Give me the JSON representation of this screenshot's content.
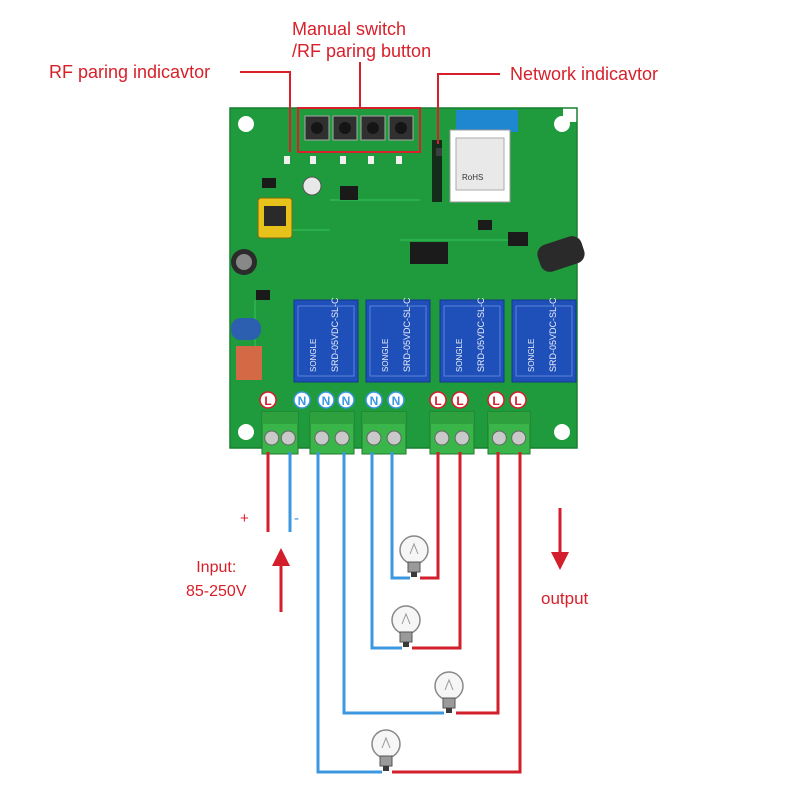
{
  "labels": {
    "manual_switch_line1": "Manual switch",
    "manual_switch_line2": "/RF paring button",
    "rf_indicator": "RF paring indicavtor",
    "network_indicator": "Network indicavtor",
    "input_line1": "Input:",
    "input_line2": "85-250V",
    "output": "output",
    "plus": "+",
    "minus": "-"
  },
  "terminals": [
    "L",
    "N",
    "N",
    "N",
    "N",
    "N",
    "L",
    "L",
    "L",
    "L"
  ],
  "relay": {
    "brand": "SONGLE",
    "model": "SRD-05VDC-SL-C",
    "count": 4
  },
  "module_text": "RoHS",
  "bulb_count": 4,
  "colors": {
    "pcb": "#1f9a3c",
    "live_wire": "#d21f2b",
    "neutral_wire": "#3b98e0",
    "relay": "#1f4fb8",
    "terminal": "#39b54a",
    "label": "#d8202a"
  }
}
